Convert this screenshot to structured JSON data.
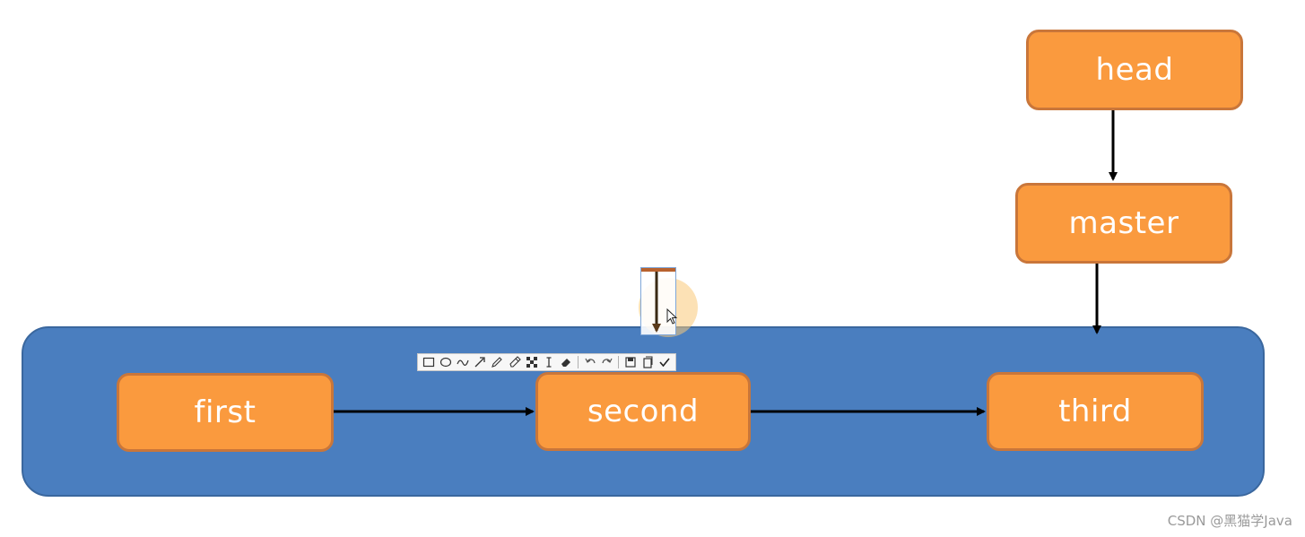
{
  "nodes": {
    "head": "head",
    "master": "master",
    "first": "first",
    "second": "second",
    "third": "third"
  },
  "colors": {
    "node_fill": "#fa9a3e",
    "node_border": "#c9763a",
    "band_fill": "#4a7ebf",
    "arrow": "#000000"
  },
  "toolbar": {
    "tools": [
      "rectangle-icon",
      "ellipse-icon",
      "freehand-icon",
      "arrow-icon",
      "pen-icon",
      "marker-icon",
      "mosaic-icon",
      "text-icon",
      "eraser-icon",
      "undo-icon",
      "redo-icon",
      "save-icon",
      "copy-icon",
      "confirm-icon"
    ]
  },
  "watermark": "CSDN @黑猫学Java"
}
